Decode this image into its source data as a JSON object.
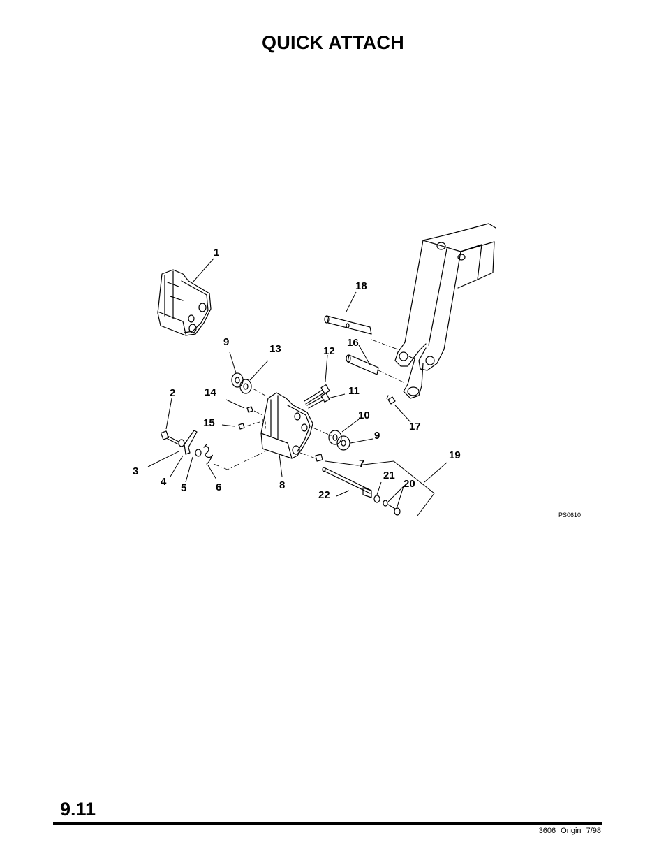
{
  "page": {
    "title": "QUICK ATTACH",
    "section_number": "9.11",
    "footer": "3606   Origin   7/98"
  },
  "diagram": {
    "figure_code": "PS0610",
    "callouts": {
      "c1": "1",
      "c2": "2",
      "c3": "3",
      "c4": "4",
      "c5": "5",
      "c6": "6",
      "c7": "7",
      "c8": "8",
      "c9a": "9",
      "c9b": "9",
      "c10": "10",
      "c11": "11",
      "c12": "12",
      "c13": "13",
      "c14": "14",
      "c15": "15",
      "c16": "16",
      "c17": "17",
      "c18": "18",
      "c19": "19",
      "c20": "20",
      "c21": "21",
      "c22": "22"
    }
  }
}
